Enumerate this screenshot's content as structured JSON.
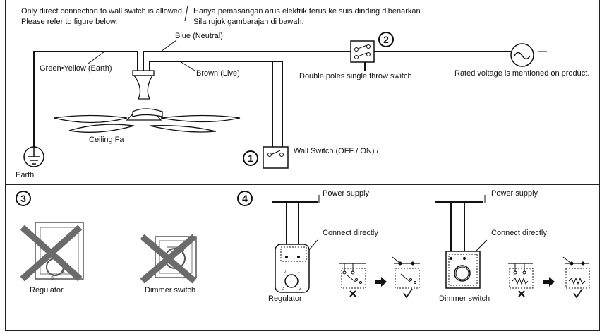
{
  "notes": {
    "line1": "Only direct connection to wall switch is allowed.",
    "line2": "Please refer to figure below.",
    "line1_my": "Hanya pemasangan arus elektrik terus ke suis dinding dibenarkan.",
    "line2_my": "Sila rujuk gambarajah di bawah."
  },
  "wiring": {
    "blue": "Blue (Neutral)",
    "green_yellow": "Green•Yellow (Earth)",
    "brown": "Brown (Live)",
    "fan": "Ceiling Fa",
    "earth": "Earth",
    "wall_switch": "Wall Switch (OFF / ON) /",
    "double_pole": "Double poles single throw switch",
    "rated": "Rated voltage is mentioned on product."
  },
  "markers": {
    "m1": "1",
    "m2": "2",
    "m3": "3",
    "m4": "4"
  },
  "panel3": {
    "regulator": "Regulator",
    "dimmer": "Dimmer switch"
  },
  "panel4": {
    "power_supply_1": "Power supply",
    "power_supply_2": "Power supply",
    "connect_1": "Connect directly",
    "connect_2": "Connect directly",
    "regulator": "Regulator",
    "dimmer": "Dimmer switch"
  },
  "colors": {
    "line": "#111111",
    "cross": "#6b6b6b",
    "dotted": "#444444"
  },
  "icons": [
    "earth-icon",
    "ceiling-fan-icon",
    "wall-switch-icon",
    "double-pole-switch-icon",
    "ac-source-icon",
    "cross-icon",
    "check-icon",
    "arrow-right-icon"
  ]
}
